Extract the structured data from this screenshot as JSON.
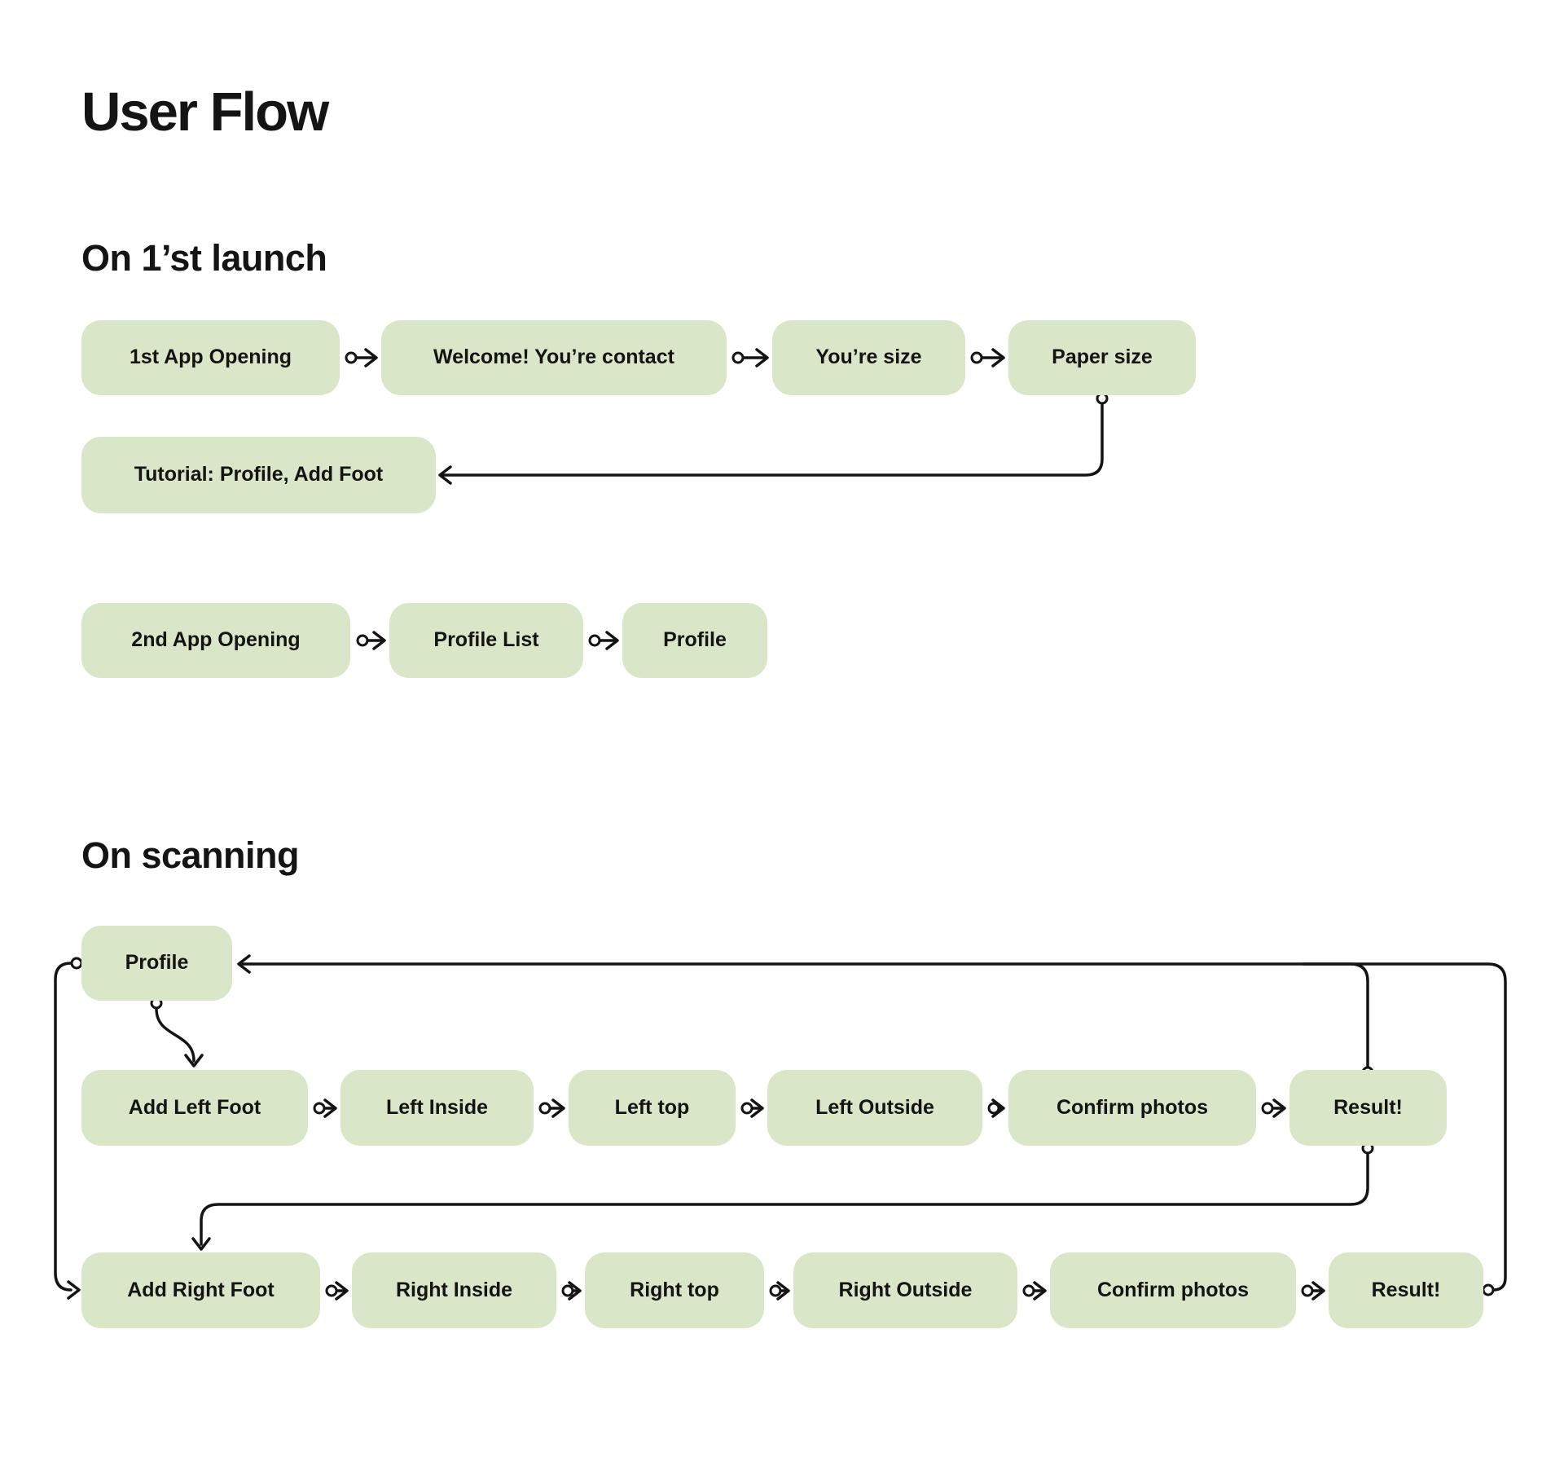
{
  "title": "User Flow",
  "sections": {
    "launch": {
      "heading": "On 1’st launch"
    },
    "scanning": {
      "heading": "On scanning"
    }
  },
  "nodes": {
    "a1": {
      "label": "1st App Opening"
    },
    "a2": {
      "label": "Welcome! You’re contact"
    },
    "a3": {
      "label": "You’re size"
    },
    "a4": {
      "label": "Paper size"
    },
    "tutorial": {
      "label": "Tutorial: Profile, Add Foot"
    },
    "b1": {
      "label": "2nd App Opening"
    },
    "b2": {
      "label": "Profile List"
    },
    "b3": {
      "label": "Profile"
    },
    "profile": {
      "label": "Profile"
    },
    "c1": {
      "label": "Add Left Foot"
    },
    "c2": {
      "label": "Left Inside"
    },
    "c3": {
      "label": "Left top"
    },
    "c4": {
      "label": "Left Outside"
    },
    "c5": {
      "label": "Confirm photos"
    },
    "c6": {
      "label": "Result!"
    },
    "d1": {
      "label": "Add Right Foot"
    },
    "d2": {
      "label": "Right Inside"
    },
    "d3": {
      "label": "Right top"
    },
    "d4": {
      "label": "Right Outside"
    },
    "d5": {
      "label": "Confirm photos"
    },
    "d6": {
      "label": "Result!"
    }
  },
  "colors": {
    "node_bg": "#dae6c8",
    "line": "#141414",
    "text": "#141414",
    "background": "#ffffff"
  }
}
